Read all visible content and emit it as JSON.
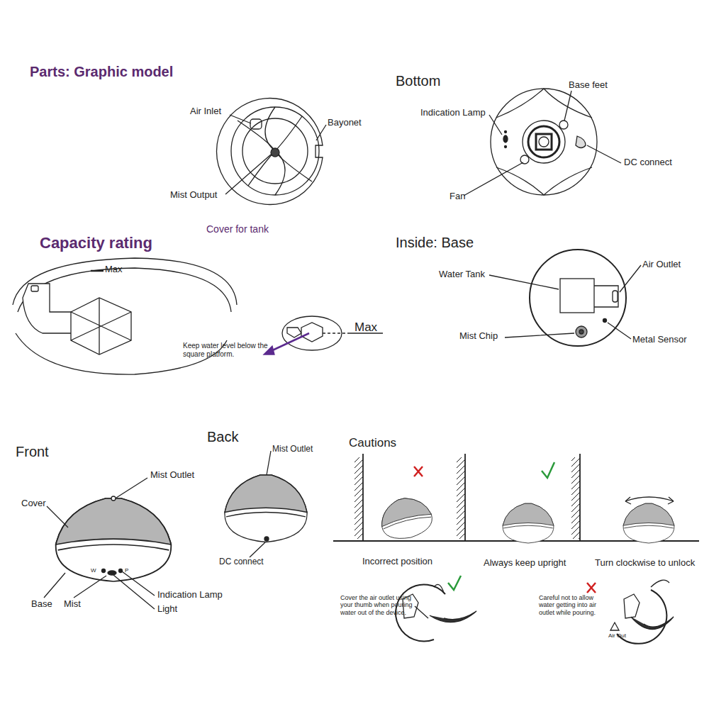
{
  "diagram": {
    "labels": [
      "Parts: Graphic model",
      "Air Inlet",
      "Bayonet",
      "Mist Output",
      "Cover for tank",
      "Bottom",
      "Base feet",
      "Indication Lamp",
      "DC connect",
      "Fan",
      "Capacity rating",
      "Max",
      "Max",
      "Keep water level below the square platform.",
      "Inside: Base",
      "Water Tank",
      "Air Outlet",
      "Mist Chip",
      "Metal Sensor",
      "Front",
      "Mist Outlet",
      "Cover",
      "W",
      "P",
      "Base",
      "Mist",
      "Indication Lamp",
      "Light",
      "Back",
      "Mist Outlet",
      "DC connect",
      "Cautions",
      "Incorrect position",
      "Always keep upright",
      "Turn clockwise to unlock",
      "Cover the air outlet using your thumb when pouring water out of the device.",
      "Careful not to allow water getting into air outlet while pouring.",
      "Air Out"
    ]
  }
}
